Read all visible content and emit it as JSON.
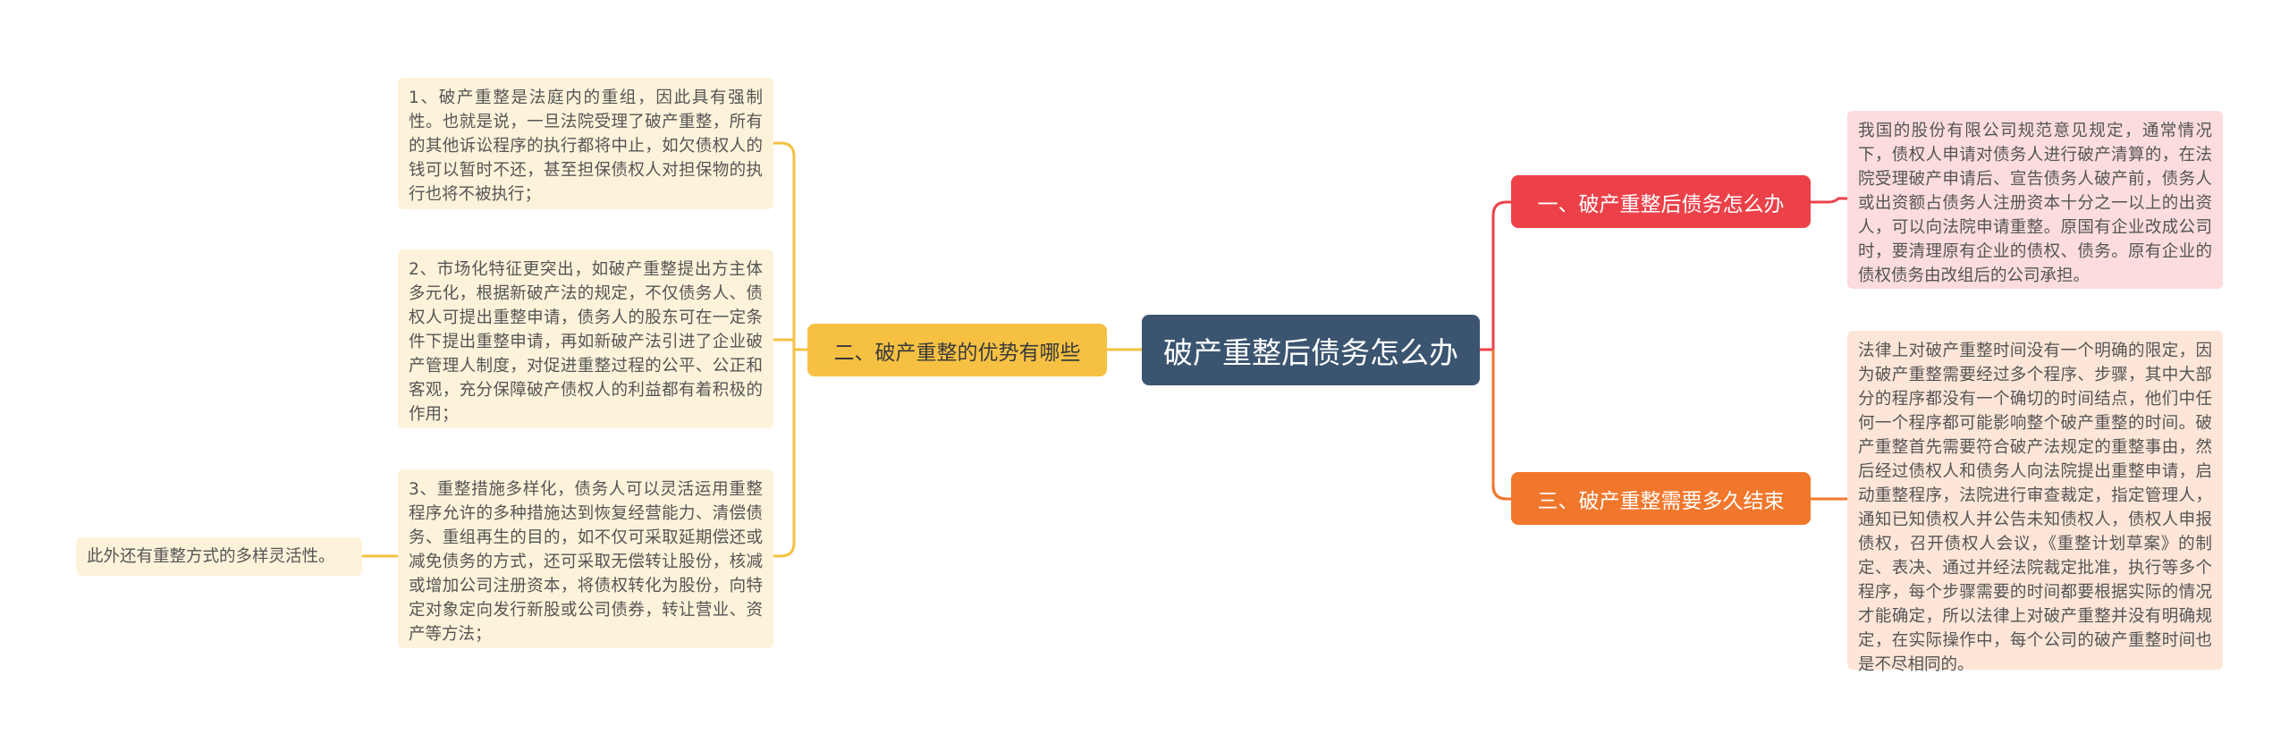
{
  "center": {
    "label": "破产重整后债务怎么办"
  },
  "left_branch": {
    "label": "二、破产重整的优势有哪些",
    "items": [
      "1、破产重整是法庭内的重组，因此具有强制性。也就是说，一旦法院受理了破产重整，所有的其他诉讼程序的执行都将中止，如欠债权人的钱可以暂时不还，甚至担保债权人对担保物的执行也将不被执行；",
      "2、市场化特征更突出，如破产重整提出方主体多元化，根据新破产法的规定，不仅债务人、债权人可提出重整申请，债务人的股东可在一定条件下提出重整申请，再如新破产法引进了企业破产管理人制度，对促进重整过程的公平、公正和客观，充分保障破产债权人的利益都有着积极的作用；",
      "3、重整措施多样化，债务人可以灵活运用重整程序允许的多种措施达到恢复经营能力、清偿债务、重组再生的目的，如不仅可采取延期偿还或减免债务的方式，还可采取无偿转让股份，核减或增加公司注册资本，将债权转化为股份，向特定对象定向发行新股或公司债券，转让营业、资产等方法；"
    ],
    "sub_item": "此外还有重整方式的多样灵活性。"
  },
  "right_branches": [
    {
      "label": "一、破产重整后债务怎么办",
      "text": "我国的股份有限公司规范意见规定，通常情况下，债权人申请对债务人进行破产清算的，在法院受理破产申请后、宣告债务人破产前，债务人或出资额占债务人注册资本十分之一以上的出资人，可以向法院申请重整。原国有企业改成公司时，要清理原有企业的债权、债务。原有企业的债权债务由改组后的公司承担。"
    },
    {
      "label": "三、破产重整需要多久结束",
      "text": "法律上对破产重整时间没有一个明确的限定，因为破产重整需要经过多个程序、步骤，其中大部分的程序都没有一个确切的时间结点，他们中任何一个程序都可能影响整个破产重整的时间。破产重整首先需要符合破产法规定的重整事由，然后经过债权人和债务人向法院提出重整申请，启动重整程序，法院进行审查裁定，指定管理人，通知已知债权人并公告未知债权人，债权人申报债权，召开债权人会议，《重整计划草案》的制定、表决、通过并经法院裁定批准，执行等多个程序，每个步骤需要的时间都要根据实际的情况才能确定，所以法律上对破产重整并没有明确规定，在实际操作中，每个公司的破产重整时间也是不尽相同的。"
    }
  ],
  "colors": {
    "center": "#3b5470",
    "left_branch": "#f6c143",
    "right_branch_1": "#ec4149",
    "right_branch_3": "#f1772c",
    "leaf_yellow": "#fdf3da",
    "leaf_pink": "#fcdcdd",
    "leaf_peach": "#fde6d8"
  }
}
